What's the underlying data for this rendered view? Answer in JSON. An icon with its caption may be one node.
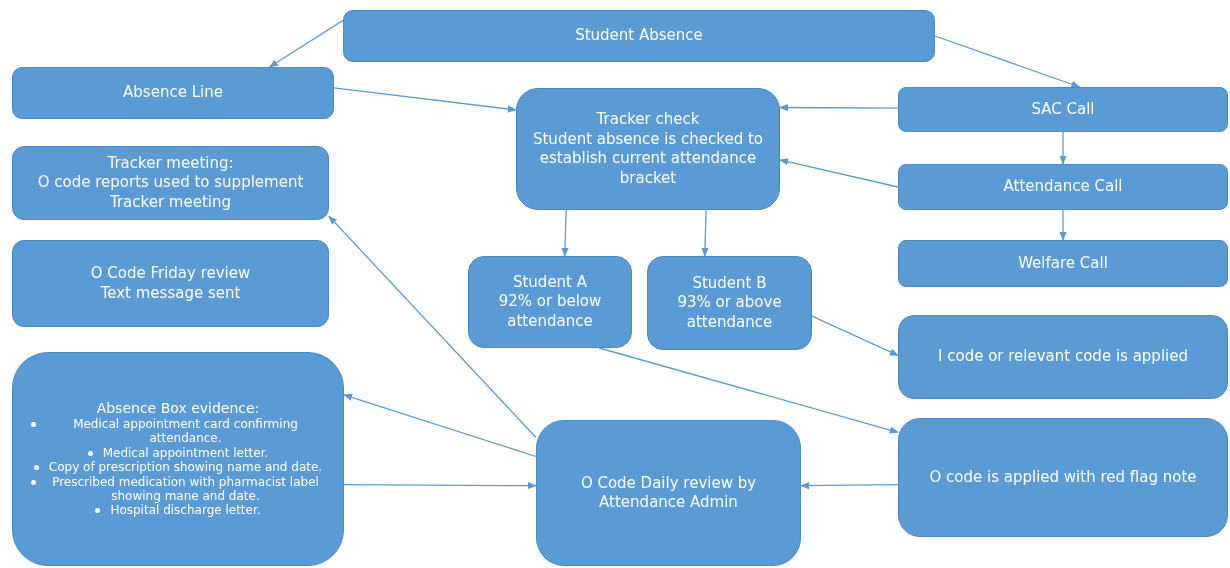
{
  "diagram": {
    "nodes": [
      {
        "text": [
          "Student Absence"
        ]
      },
      {
        "text": [
          "Absence Line"
        ]
      },
      {
        "text": [
          "Tracker check",
          "Student absence is checked to establish current attendance bracket"
        ]
      },
      {
        "text": [
          "SAC Call"
        ]
      },
      {
        "text": [
          "Tracker meeting:",
          "O code reports used to supplement Tracker meeting"
        ]
      },
      {
        "text": [
          "Attendance Call"
        ]
      },
      {
        "text": [
          "O Code Friday review",
          "Text message sent"
        ]
      },
      {
        "text": [
          "Welfare Call"
        ]
      },
      {
        "text": [
          "Student A",
          "92% or below attendance"
        ]
      },
      {
        "text": [
          "Student B",
          "93% or above attendance"
        ]
      },
      {
        "text": [
          "I code or relevant code is applied"
        ]
      },
      {
        "text": [
          "Absence Box evidence:",
          "Medical appointment card confirming attendance.",
          "Medical appointment letter.",
          "Copy of prescription showing name and date.",
          "Prescribed medication with pharmacist label showing mane and date.",
          "Hospital discharge letter."
        ]
      },
      {
        "text": [
          "O Code Daily review by Attendance Admin"
        ]
      },
      {
        "text": [
          "O code is applied with red flag note"
        ]
      }
    ],
    "edges": [
      {
        "from": 0,
        "to": 1,
        "arrow": "to"
      },
      {
        "from": 0,
        "to": 3,
        "arrow": "to"
      },
      {
        "from": 1,
        "to": 2,
        "arrow": "to"
      },
      {
        "from": 3,
        "to": 2,
        "arrow": "to"
      },
      {
        "from": 5,
        "to": 2,
        "arrow": "to"
      },
      {
        "from": 3,
        "to": 5,
        "arrow": "to"
      },
      {
        "from": 5,
        "to": 7,
        "arrow": "to"
      },
      {
        "from": 2,
        "to": 8,
        "arrow": "to"
      },
      {
        "from": 2,
        "to": 9,
        "arrow": "to"
      },
      {
        "from": 9,
        "to": 10,
        "arrow": "to"
      },
      {
        "from": 8,
        "to": 13,
        "arrow": "to"
      },
      {
        "from": 13,
        "to": 12,
        "arrow": "to"
      },
      {
        "from": 11,
        "to": 12,
        "arrow": "to"
      },
      {
        "from": 12,
        "to": 11,
        "arrow": "to"
      },
      {
        "from": 12,
        "to": 4,
        "arrow": "to"
      }
    ]
  }
}
